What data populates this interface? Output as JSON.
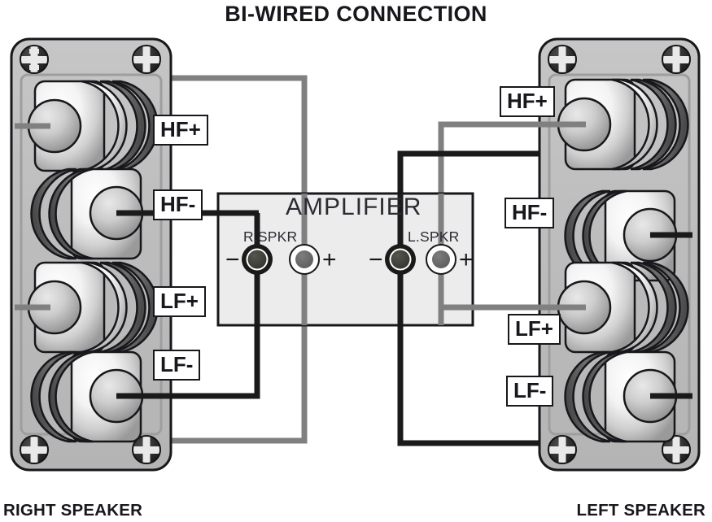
{
  "title": "BI-WIRED CONNECTION",
  "footers": {
    "right": "RIGHT SPEAKER",
    "left": "LEFT SPEAKER"
  },
  "amplifier": {
    "title": "AMPLIFIER",
    "channels": [
      {
        "name": "right",
        "label": "R.SPKR",
        "minus": "−",
        "plus": "+"
      },
      {
        "name": "left",
        "label": "L.SPKR",
        "minus": "−",
        "plus": "+"
      }
    ]
  },
  "speakers": {
    "right": {
      "name": "RIGHT SPEAKER",
      "terminals": [
        {
          "id": "hf-plus",
          "label": "HF+",
          "polarity": "positive"
        },
        {
          "id": "hf-minus",
          "label": "HF-",
          "polarity": "negative"
        },
        {
          "id": "lf-plus",
          "label": "LF+",
          "polarity": "positive"
        },
        {
          "id": "lf-minus",
          "label": "LF-",
          "polarity": "negative"
        }
      ]
    },
    "left": {
      "name": "LEFT SPEAKER",
      "terminals": [
        {
          "id": "hf-plus",
          "label": "HF+",
          "polarity": "positive"
        },
        {
          "id": "hf-minus",
          "label": "HF-",
          "polarity": "negative"
        },
        {
          "id": "lf-plus",
          "label": "LF+",
          "polarity": "positive"
        },
        {
          "id": "lf-minus",
          "label": "LF-",
          "polarity": "negative"
        }
      ]
    }
  },
  "colors": {
    "wire_positive": "#808080",
    "wire_negative": "#1a1a1a",
    "panel": "#bdbdbd",
    "panel_edge": "#1a1a1a",
    "amp_fill": "#ececec",
    "text": "#17171c",
    "background": "#ffffff"
  },
  "connections": [
    {
      "from": "amplifier.R.SPKR.+",
      "to": "right.HF+",
      "wire": "positive"
    },
    {
      "from": "amplifier.R.SPKR.+",
      "to": "right.LF+",
      "wire": "positive"
    },
    {
      "from": "amplifier.R.SPKR.-",
      "to": "right.HF-",
      "wire": "negative"
    },
    {
      "from": "amplifier.R.SPKR.-",
      "to": "right.LF-",
      "wire": "negative"
    },
    {
      "from": "amplifier.L.SPKR.+",
      "to": "left.HF+",
      "wire": "positive"
    },
    {
      "from": "amplifier.L.SPKR.+",
      "to": "left.LF+",
      "wire": "positive"
    },
    {
      "from": "amplifier.L.SPKR.-",
      "to": "left.HF-",
      "wire": "negative"
    },
    {
      "from": "amplifier.L.SPKR.-",
      "to": "left.LF-",
      "wire": "negative"
    }
  ]
}
